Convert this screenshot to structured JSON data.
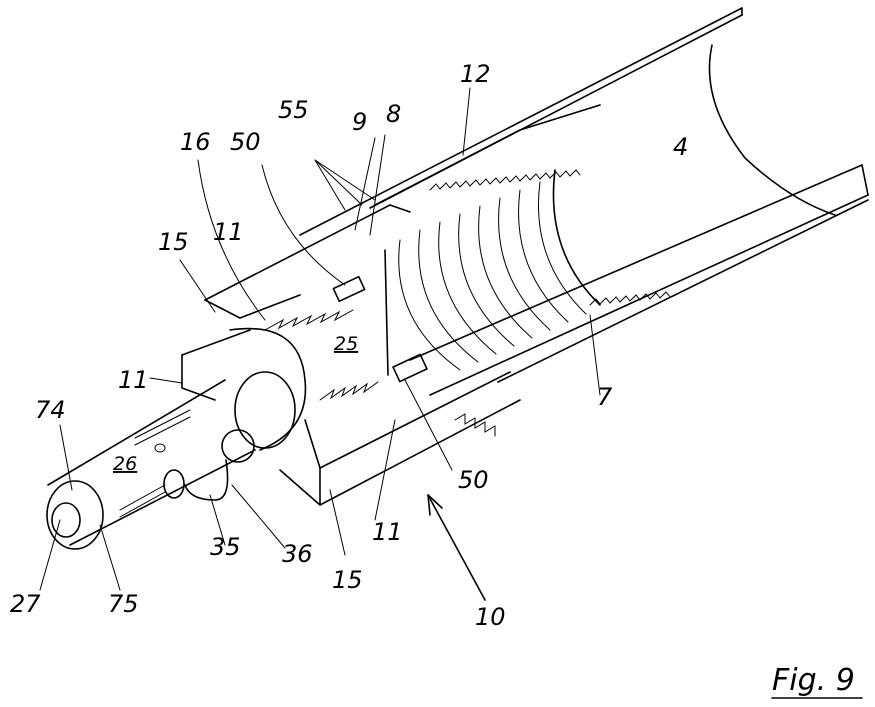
{
  "figure": {
    "caption": "Fig. 9",
    "labels": {
      "l4": "4",
      "l7": "7",
      "l8": "8",
      "l9": "9",
      "l10": "10",
      "l11a": "11",
      "l11b": "11",
      "l11c": "11",
      "l12": "12",
      "l15a": "15",
      "l15b": "15",
      "l16": "16",
      "l25": "25",
      "l26": "26",
      "l27": "27",
      "l35": "35",
      "l36": "36",
      "l50a": "50",
      "l50b": "50",
      "l55": "55",
      "l74": "74",
      "l75": "75"
    }
  }
}
